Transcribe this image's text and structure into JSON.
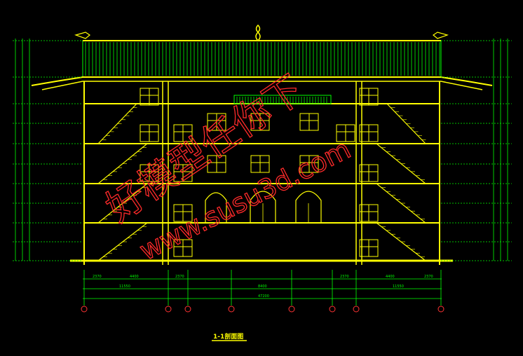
{
  "drawing": {
    "title": "1-1剖面图",
    "watermark_cn": "好模型任你下",
    "watermark_url": "www.susu3d.com"
  },
  "dims": {
    "bottom_row1": [
      "2370",
      "4400",
      "2370",
      "2370",
      "4400",
      "2370"
    ],
    "bottom_row2": [
      "11550",
      "8400",
      "11550"
    ],
    "bottom_total": "47200"
  },
  "colors": {
    "background": "#000000",
    "structure": "#ffff00",
    "detail": "#00ff00",
    "axis": "#ff3333",
    "watermark": "#ff2a2a"
  }
}
